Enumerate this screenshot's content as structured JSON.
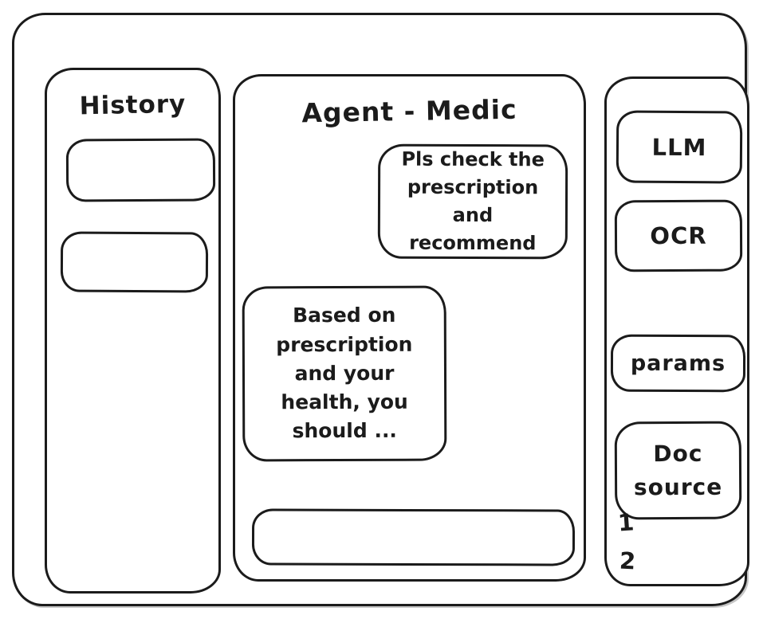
{
  "app": {
    "stroke_color": "#1b1b1b",
    "background_color": "#ffffff"
  },
  "history_panel": {
    "title": "History"
  },
  "chat_panel": {
    "title": "Agent - Medic",
    "messages": [
      {
        "role": "user",
        "align": "right",
        "text": "Pls check the prescription and recommend"
      },
      {
        "role": "assistant",
        "align": "left",
        "text": "Based on prescription and your health, you should ..."
      }
    ],
    "input": {
      "value": "",
      "placeholder": ""
    }
  },
  "tools_panel": {
    "items": [
      {
        "label": "LLM"
      },
      {
        "label": "OCR"
      },
      {
        "label": "params"
      },
      {
        "label": "Doc source"
      }
    ],
    "doc_sources": [
      "1",
      "2"
    ]
  }
}
